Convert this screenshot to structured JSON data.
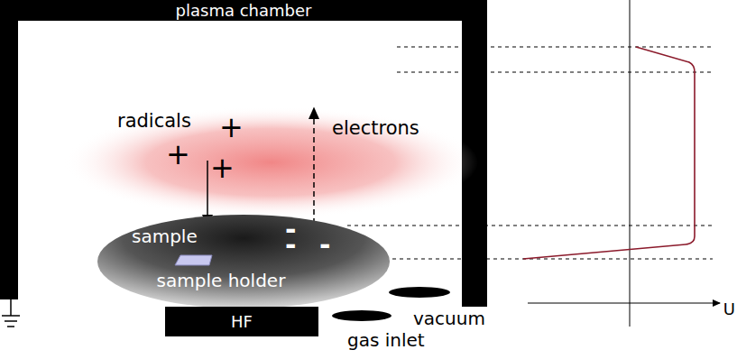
{
  "diagram": {
    "nodes": [
      {
        "text": [
          "plasma chamber"
        ]
      },
      {
        "text": [
          "sample holder"
        ],
        "in": 0
      },
      {
        "text": [
          "HF"
        ]
      }
    ],
    "labels": [
      "radicals",
      "+",
      "+",
      "+",
      "electrons",
      "-",
      "-",
      "-",
      "sample",
      "vacuum",
      "gas inlet",
      "U"
    ]
  }
}
